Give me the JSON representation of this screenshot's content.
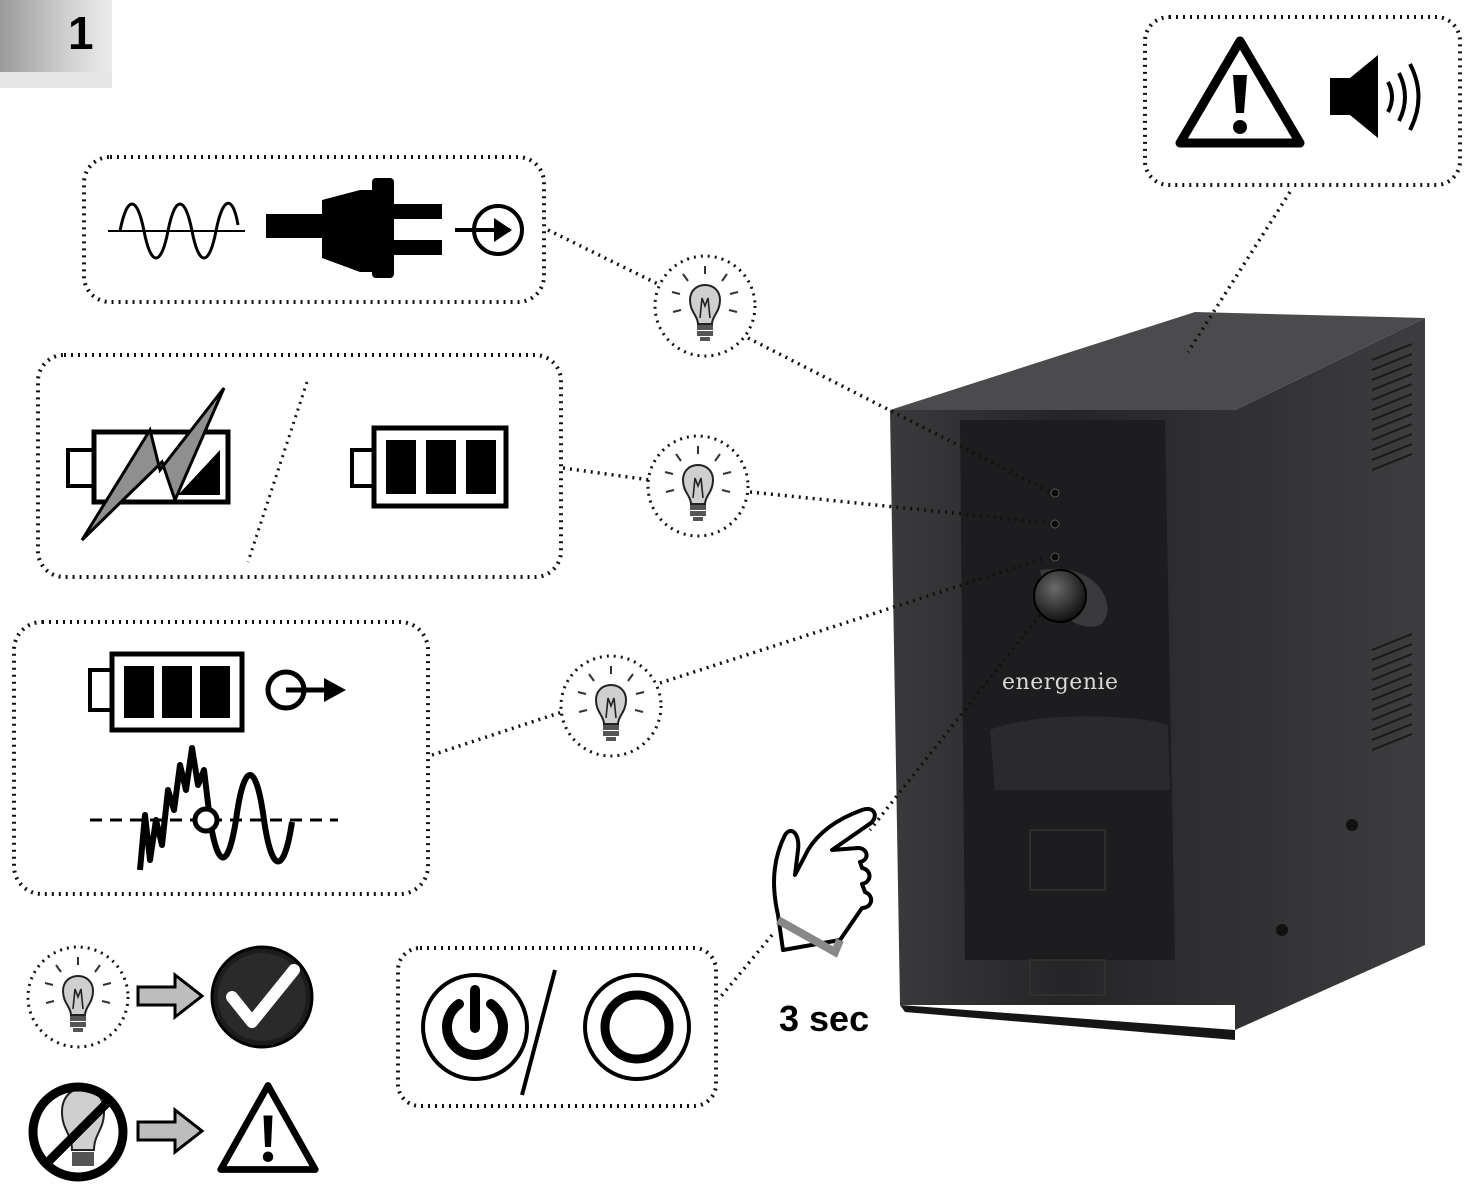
{
  "step": {
    "number": "1"
  },
  "press_duration": "3 sec",
  "ups": {
    "brand": "energenie"
  },
  "colors": {
    "ups_body": "#2c2c2e",
    "ups_panel": "#1a1a1b",
    "ink": "#000000",
    "dots": "#111111",
    "bulb_fill": "#cfcfcf",
    "arrow_fill": "#bdbdbd"
  },
  "icons": {
    "alarm": [
      "warning-triangle-icon",
      "speaker-sound-icon"
    ],
    "line_mode": [
      "sine-wave-icon",
      "power-plug-icon",
      "output-arrow-icon"
    ],
    "battery_status": [
      "battery-charging-icon",
      "battery-full-icon"
    ],
    "backup_mode": [
      "battery-full-icon",
      "output-arrow-icon",
      "distorted-wave-icon"
    ],
    "legend": [
      "led-on-icon",
      "checkmark-icon",
      "led-off-icon",
      "warning-icon"
    ],
    "power": [
      "power-on-icon",
      "power-off-icon"
    ],
    "hand": "pointing-hand-icon"
  }
}
